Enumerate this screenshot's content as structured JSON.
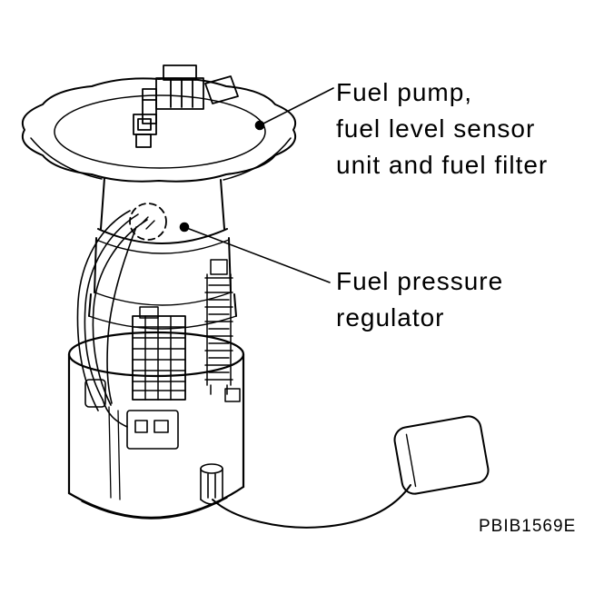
{
  "page": {
    "background_color": "#ffffff",
    "line_color": "#000000"
  },
  "labels": {
    "fuel_pump_unit": {
      "line1": "Fuel pump,",
      "line2": "fuel level sensor",
      "line3": "unit and fuel filter"
    },
    "fuel_pressure_regulator": {
      "line1": "Fuel pressure",
      "line2": "regulator"
    },
    "reference_code": "PBIB1569E"
  }
}
